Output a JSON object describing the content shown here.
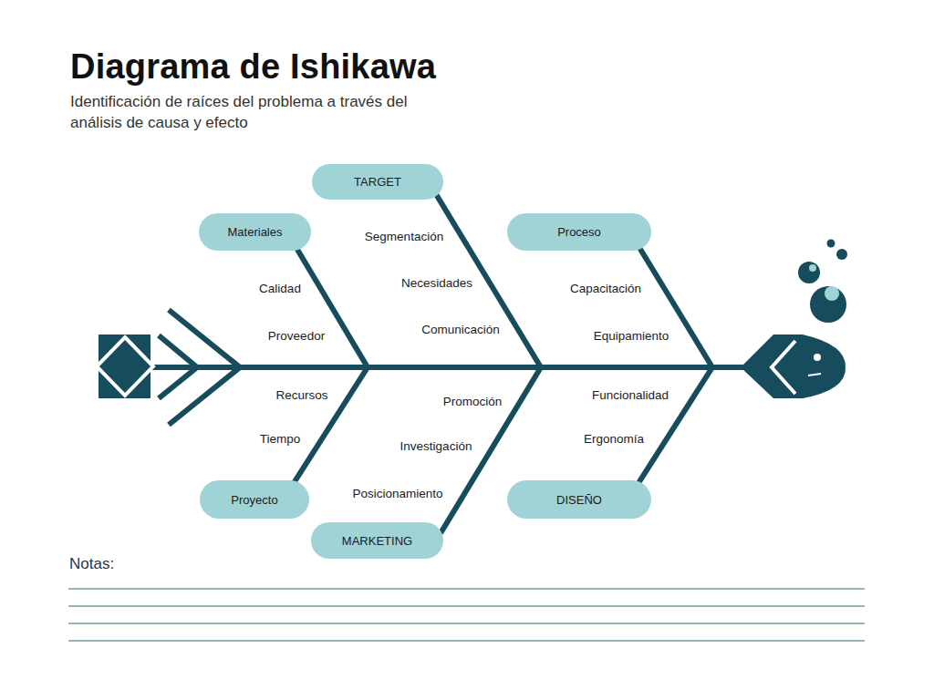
{
  "diagram": {
    "title": "Diagrama de Ishikawa",
    "caption": "Identificación de raíces del problema a través del análisis de causa y efecto",
    "nodes": [
      {
        "text": [
          "TARGET"
        ]
      },
      {
        "text": [
          "Materiales"
        ]
      },
      {
        "text": [
          "Proceso"
        ]
      },
      {
        "text": [
          "Proyecto"
        ]
      },
      {
        "text": [
          "DISEÑO"
        ]
      },
      {
        "text": [
          "MARKETING"
        ]
      }
    ],
    "labels": [
      "Calidad",
      "Proveedor",
      "Recursos",
      "Tiempo",
      "Segmentación",
      "Necesidades",
      "Comunicación",
      "Promoción",
      "Investigación",
      "Posicionamiento",
      "Capacitación",
      "Equipamiento",
      "Funcionalidad",
      "Ergonomía",
      "Notas:"
    ]
  }
}
